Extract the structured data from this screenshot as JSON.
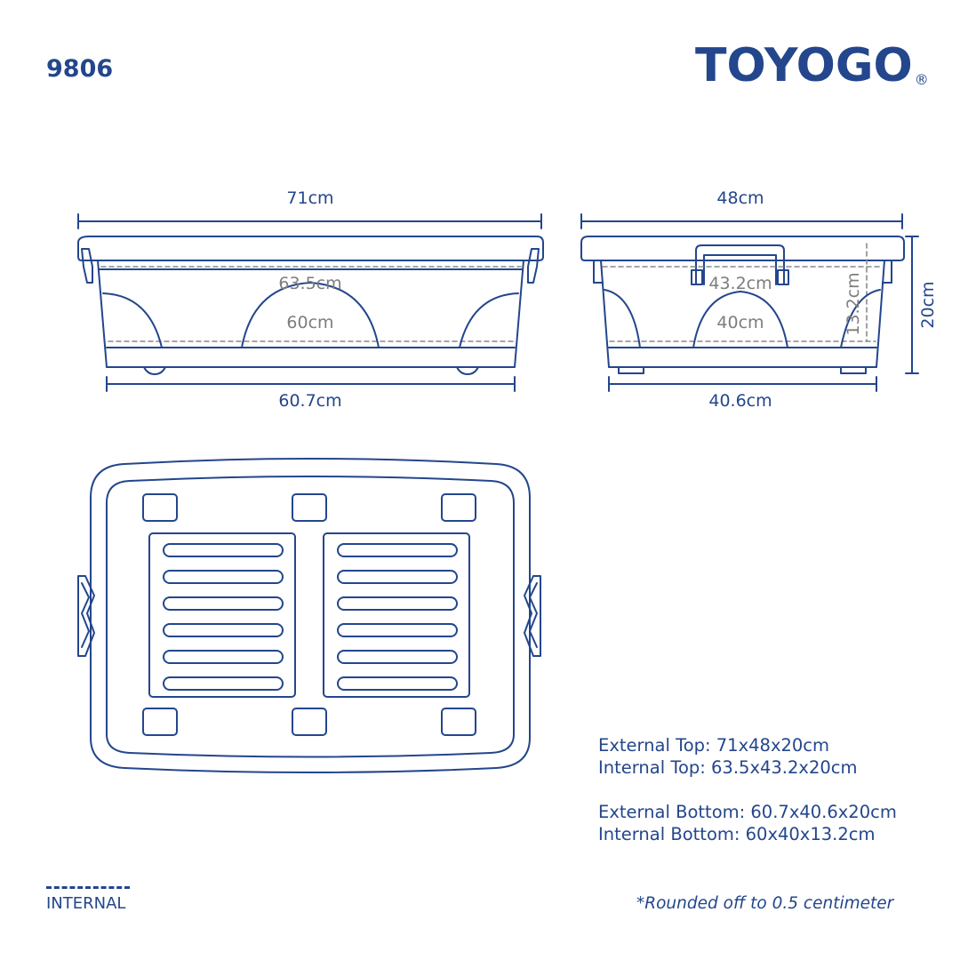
{
  "model_number": "9806",
  "brand": {
    "name": "TOYOGO",
    "registered_mark": "®"
  },
  "front_view": {
    "external_top_width": "71cm",
    "internal_top_width": "63.5cm",
    "internal_bottom_width": "60cm",
    "external_bottom_width": "60.7cm"
  },
  "side_view": {
    "external_top_depth": "48cm",
    "internal_top_depth": "43.2cm",
    "internal_bottom_depth": "40cm",
    "internal_height": "13.2cm",
    "external_height": "20cm",
    "external_bottom_depth": "40.6cm"
  },
  "specs": {
    "external_top": "External Top: 71x48x20cm",
    "internal_top": "Internal Top: 63.5x43.2x20cm",
    "external_bottom": "External Bottom: 60.7x40.6x20cm",
    "internal_bottom": "Internal Bottom: 60x40x13.2cm"
  },
  "legend": {
    "internal_label": "INTERNAL"
  },
  "footnote": "*Rounded off to 0.5 centimeter",
  "colors": {
    "primary": "#23468c",
    "dimension_text": "#7d7d7d",
    "dashed_line": "#8a8a8a"
  }
}
